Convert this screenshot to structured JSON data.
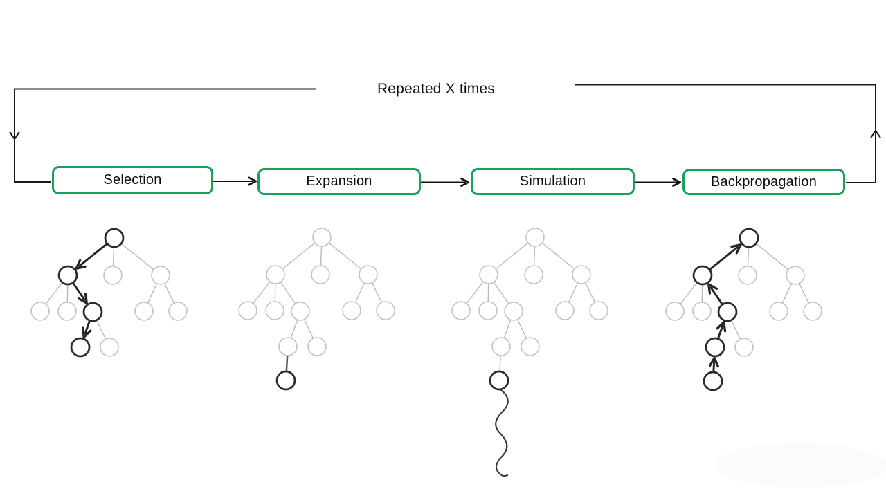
{
  "loop_label": "Repeated X times",
  "phases": [
    {
      "label": "Selection"
    },
    {
      "label": "Expansion"
    },
    {
      "label": "Simulation"
    },
    {
      "label": "Backpropagation"
    }
  ],
  "colors": {
    "box_border": "#17a357",
    "line": "#1a1a1a",
    "dark_node": "#2b2b2b",
    "light_node": "#c3c3c3",
    "light_edge": "#b9b9b9",
    "expansion_link": "#555555",
    "squiggle": "#3c3c3c"
  },
  "trees": [
    {
      "phase": "Selection",
      "dark_nodes": [
        "root",
        "l",
        "lr",
        "dl"
      ],
      "bold_arrows": [
        [
          "root",
          "l"
        ],
        [
          "l",
          "lr"
        ],
        [
          "lr",
          "dl"
        ]
      ],
      "l5": false,
      "l5_edge": null,
      "squiggle": false
    },
    {
      "phase": "Expansion",
      "dark_nodes": [
        "e"
      ],
      "bold_arrows": [],
      "l5": true,
      "l5_edge": "bold",
      "squiggle": false
    },
    {
      "phase": "Simulation",
      "dark_nodes": [
        "e"
      ],
      "bold_arrows": [],
      "l5": true,
      "l5_edge": "light",
      "squiggle": true
    },
    {
      "phase": "Backpropagation",
      "dark_nodes": [
        "root",
        "l",
        "lr",
        "dl",
        "e"
      ],
      "bold_arrows": [
        [
          "e",
          "dl"
        ],
        [
          "dl",
          "lr"
        ],
        [
          "lr",
          "l"
        ],
        [
          "l",
          "root"
        ]
      ],
      "l5": true,
      "l5_edge": "arrow",
      "squiggle": false
    }
  ]
}
